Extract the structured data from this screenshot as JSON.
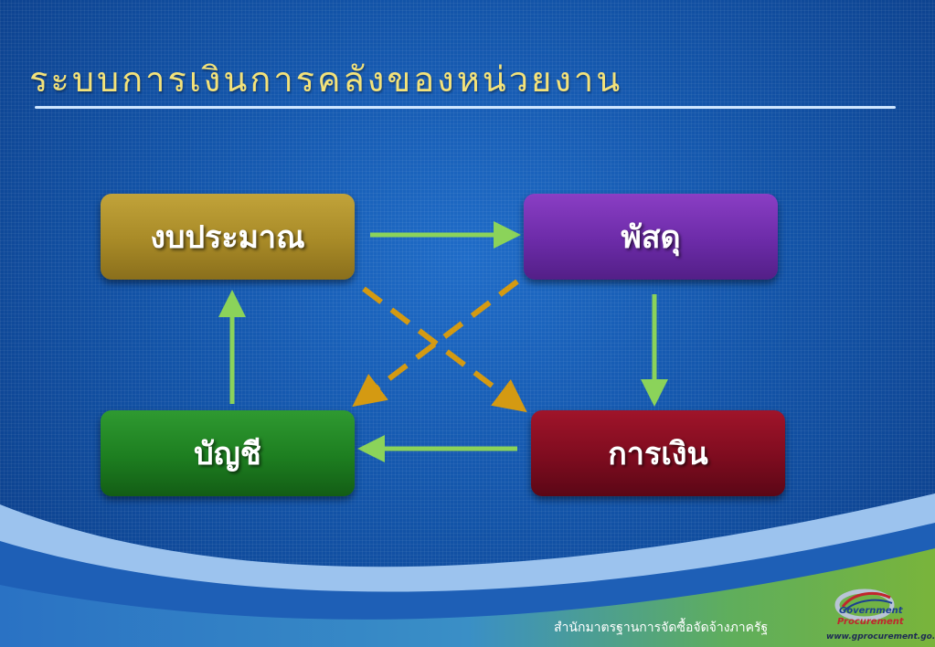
{
  "title": "ระบบการเงินการคลังของหน่วยงาน",
  "nodes": {
    "budget": "งบประมาณ",
    "supply": "พัสดุ",
    "accounting": "บัญชี",
    "finance": "การเงิน"
  },
  "edges": [
    {
      "from": "budget",
      "to": "supply",
      "style": "solid"
    },
    {
      "from": "supply",
      "to": "finance",
      "style": "solid"
    },
    {
      "from": "finance",
      "to": "accounting",
      "style": "solid"
    },
    {
      "from": "accounting",
      "to": "budget",
      "style": "solid"
    },
    {
      "from": "budget",
      "to": "finance",
      "style": "dashed"
    },
    {
      "from": "supply",
      "to": "accounting",
      "style": "dashed"
    }
  ],
  "colors": {
    "budget": "#a88a27",
    "supply": "#6c2ba8",
    "accounting": "#1d7e20",
    "finance": "#7e0c1f",
    "solid_arrow": "#8bd35a",
    "dashed_arrow": "#d49a12",
    "title": "#f3e27a"
  },
  "footer": {
    "organization": "สำนักมาตรฐานการจัดซื้อจัดจ้างภาครัฐ",
    "logo_line1": "Government",
    "logo_line2": "Procurement",
    "url": "www.gprocurement.go.th"
  }
}
